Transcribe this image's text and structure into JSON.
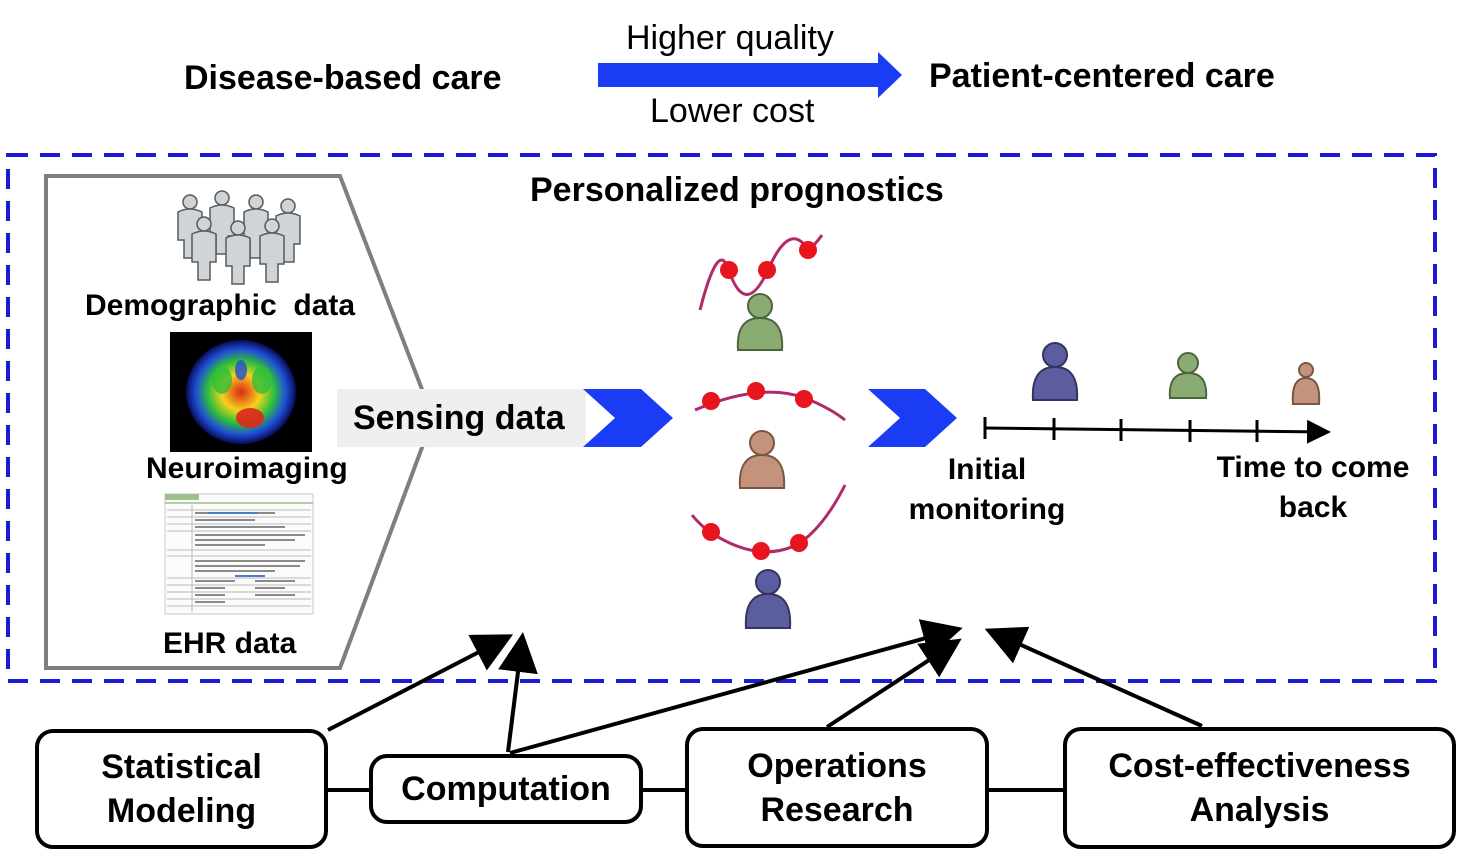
{
  "header": {
    "left_label": "Disease-based care",
    "right_label": "Patient-centered care",
    "arrow_top_label": "Higher quality",
    "arrow_bottom_label": "Lower cost"
  },
  "panel": {
    "title": "Personalized prognostics",
    "sources": {
      "demographic": "Demographic  data",
      "neuroimaging": "Neuroimaging",
      "ehr": "EHR data"
    },
    "sensing_label": "Sensing data",
    "timeline": {
      "start_label": "Initial\nmonitoring",
      "end_label": "Time to come\nback"
    }
  },
  "methods": [
    {
      "label": "Statistical\nModeling"
    },
    {
      "label": "Computation"
    },
    {
      "label": "Operations\nResearch"
    },
    {
      "label": "Cost-effectiveness\nAnalysis"
    }
  ],
  "colors": {
    "arrow_blue": "#1a3cf5",
    "dashed_border": "#1a1ad8",
    "curve": "#b02a6a",
    "dot": "#e8141e",
    "person_green": "#8aab72",
    "person_tan": "#c4937b",
    "person_purple": "#5b5d9e"
  }
}
